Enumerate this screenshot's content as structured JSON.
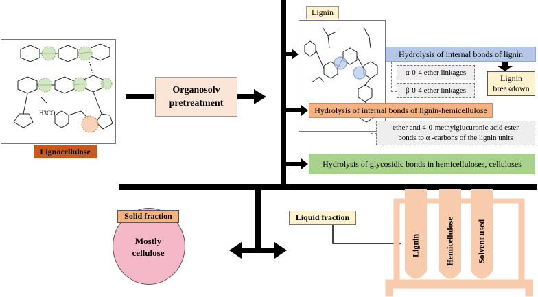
{
  "lignocellulose": {
    "label": "Lignocellulose",
    "methoxy_label": "H3CO"
  },
  "pretreatment": {
    "label_line1": "Organosolv",
    "label_line2": "pretreatment"
  },
  "lignin_panel": {
    "title": "Lignin"
  },
  "reactions": [
    {
      "label": "Hydrolysis of internal bonds of lignin",
      "subitems": [
        "α-0-4 ether linkages",
        "β-0-4 ether linkages"
      ],
      "result_line1": "Lignin",
      "result_line2": "breakdown"
    },
    {
      "label": "Hydrolysis of internal bonds of lignin-hemicellulose",
      "detail_line1": "ether and 4-0-methylglucuronic acid ester",
      "detail_line2": "bonds to α -carbons of the lignin units"
    },
    {
      "label": "Hydrolysis of glycosidic bonds in hemicelluloses, celluloses"
    }
  ],
  "solid_fraction": {
    "label": "Solid fraction",
    "content_line1": "Mostly",
    "content_line2": "cellulose"
  },
  "liquid_fraction": {
    "label": "Liquid fraction",
    "tubes": [
      "Lignin",
      "Hemicellulose",
      "Solvent used"
    ]
  },
  "colors": {
    "lignocellulose_label": "#c65a1e",
    "pretreatment_box": "#fbe5d6",
    "lignin_title": "#fff2cc",
    "reaction1": "#b4c7e7",
    "reaction2": "#f4b183",
    "reaction3": "#a9d18e",
    "detail_box": "#eeeeee",
    "solid_label": "#f4b183",
    "solid_circle": "#f4b8c8",
    "liquid_label": "#fff2cc",
    "tubes": "#f8cbad",
    "arrows": "#000000"
  }
}
